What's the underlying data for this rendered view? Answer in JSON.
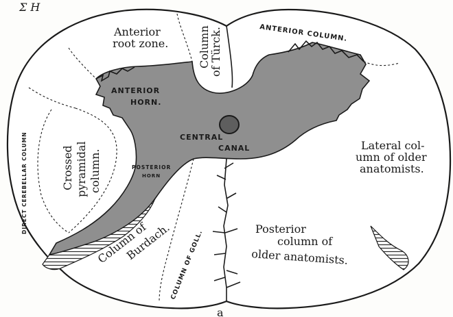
{
  "figure": {
    "top_fragment": "Σ H",
    "bottom_mark": "a"
  },
  "labels": {
    "anterior_root_zone_line1": "Anterior",
    "anterior_root_zone_line2": "root zone.",
    "column_of_turck_line1": "Column",
    "column_of_turck_line2": "of Türck.",
    "anterior_column": "ANTERIOR COLUMN.",
    "anterior_horn_line1": "ANTERIOR",
    "anterior_horn_line2": "HORN.",
    "central_canal_line1": "CENTRAL",
    "central_canal_line2": "CANAL",
    "direct_cerebellar_column": "DIRECT CEREBELLAR COLUMN",
    "crossed_pyramidal_line1": "Crossed",
    "crossed_pyramidal_line2": "pyramidal",
    "crossed_pyramidal_line3": "column.",
    "posterior_horn_line1": "POSTERIOR",
    "posterior_horn_line2": "HORN",
    "lateral_column_line1": "Lateral col-",
    "lateral_column_line2": "umn of older",
    "lateral_column_line3": "anatomists.",
    "column_of_burdach_line1": "Column of",
    "column_of_burdach_line2": "Burdach.",
    "column_of_goll": "COLUMN OF GOLL.",
    "posterior_column_line1": "Posterior",
    "posterior_column_line2": "column of",
    "posterior_column_line3": "older anatomists."
  }
}
